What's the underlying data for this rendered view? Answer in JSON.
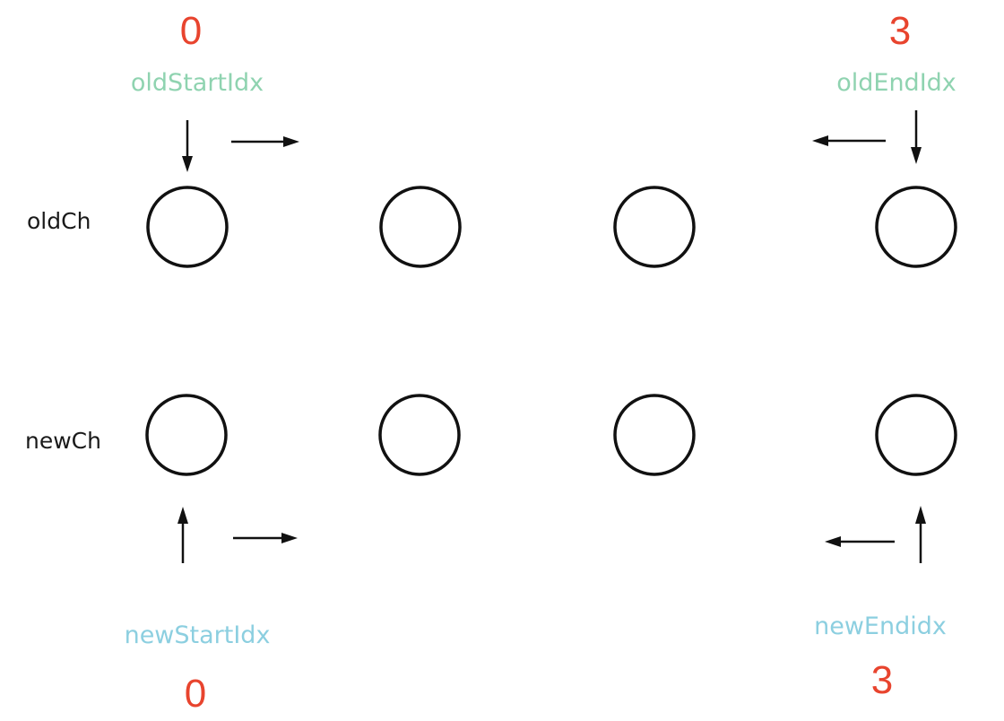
{
  "colors": {
    "index_number": "#e8442e",
    "old_pointer_label": "#8fd3b0",
    "new_pointer_label": "#8ccfe0",
    "node_stroke": "#111111",
    "arrow": "#111111"
  },
  "rows": {
    "old": {
      "label": "oldCh",
      "node_count": 4
    },
    "new": {
      "label": "newCh",
      "node_count": 4
    }
  },
  "pointers": {
    "old_start": {
      "label": "oldStartIdx",
      "index": "0"
    },
    "old_end": {
      "label": "oldEndIdx",
      "index": "3"
    },
    "new_start": {
      "label": "newStartIdx",
      "index": "0"
    },
    "new_end": {
      "label": "newEndidx",
      "index": "3"
    }
  },
  "icons": {
    "pointer_arrow": "arrow-down-icon / arrow-up-icon",
    "direction_arrow": "arrow-right-icon / arrow-left-icon"
  }
}
